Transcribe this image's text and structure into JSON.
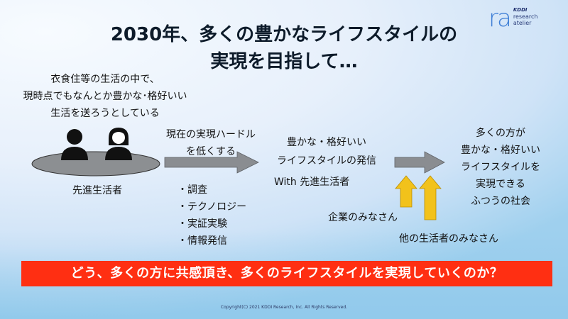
{
  "logo": {
    "mark": "ra",
    "brand": "KDDI",
    "line1": "research",
    "line2": "atelier"
  },
  "title": {
    "line1": "2030年、多くの豊かなライフスタイルの",
    "line2": "実現を目指して…"
  },
  "lead_users": {
    "desc_line1": "衣食住等の生活の中で、",
    "desc_line2": "現時点でもなんとか豊かな･格好いい",
    "desc_line3": "生活を送ろうとしている",
    "label": "先進生活者"
  },
  "hurdle": {
    "line1": "現在の実現ハードル",
    "line2": "を低くする",
    "methods": [
      "・調査",
      "・テクノロジー",
      "・実証実験",
      "・情報発信"
    ]
  },
  "dissemination": {
    "line1": "豊かな・格好いい",
    "line2": "ライフスタイルの発信",
    "line3": "With 先進生活者"
  },
  "supporters": {
    "companies": "企業のみなさん",
    "other_people": "他の生活者のみなさん"
  },
  "goal": {
    "line1": "多くの方が",
    "line2": "豊かな・格好いい",
    "line3": "ライフスタイルを",
    "line4": "実現できる",
    "line5": "ふつうの社会"
  },
  "banner": "どう、多くの方に共感頂き、多くのライフスタイルを実現していくのか？",
  "footer": "Copyright(C) 2021 KDDI Research, Inc. All Rights Reserved.",
  "colors": {
    "banner": "#ff2f12",
    "arrow_gray": "#8a8d91",
    "arrow_yellow": "#f2c21b",
    "ellipse": "#8c8f92",
    "people": "#111111"
  },
  "icons": [
    "person-icon",
    "person-icon",
    "right-arrow-icon",
    "up-arrow-icon"
  ]
}
